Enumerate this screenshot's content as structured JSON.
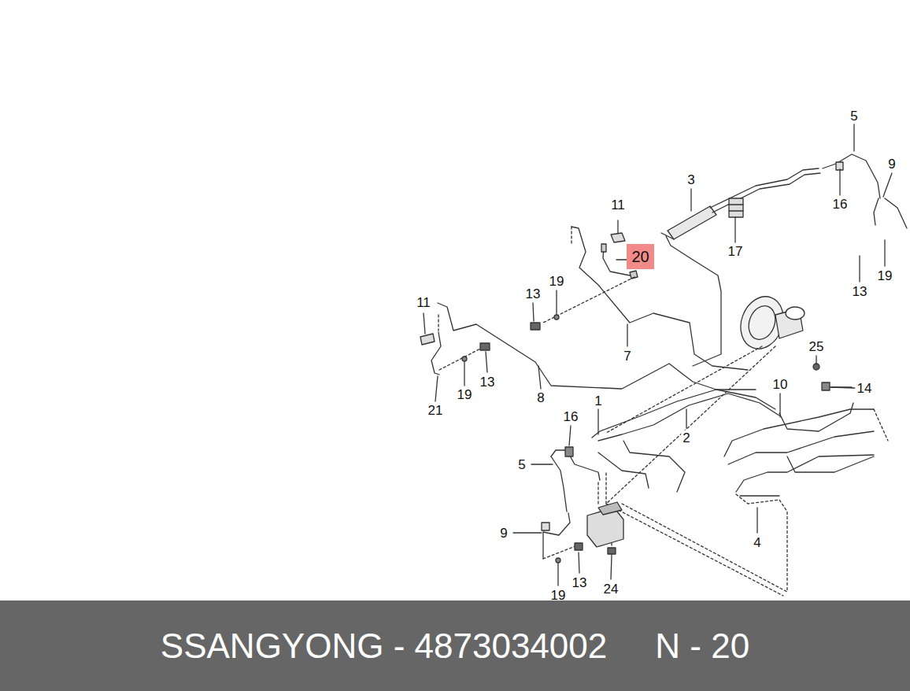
{
  "diagram": {
    "nodes": [
      {
        "text": [
          "20"
        ]
      },
      {
        "text": [
          "SSANGYONG - 4873034002     N - 20"
        ]
      }
    ],
    "labels": [
      "5",
      "9",
      "3",
      "16",
      "17",
      "13",
      "19",
      "11",
      "13",
      "19",
      "11",
      "7",
      "21",
      "19",
      "13",
      "8",
      "25",
      "14",
      "10",
      "1",
      "2",
      "16",
      "5",
      "9",
      "13",
      "24",
      "19",
      "4"
    ]
  }
}
